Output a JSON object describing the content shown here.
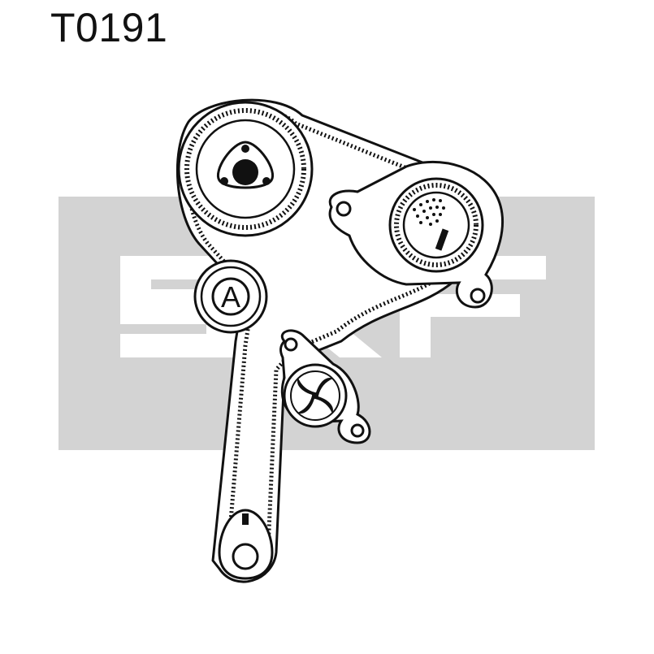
{
  "header": {
    "part_number": "T0191"
  },
  "watermark": {
    "brand_logo_text": "SKF",
    "fill_color": "#d3d3d3"
  },
  "diagram": {
    "line_color": "#111111",
    "belt_fill": "#ffffff",
    "components": {
      "idler_label": "A"
    }
  }
}
